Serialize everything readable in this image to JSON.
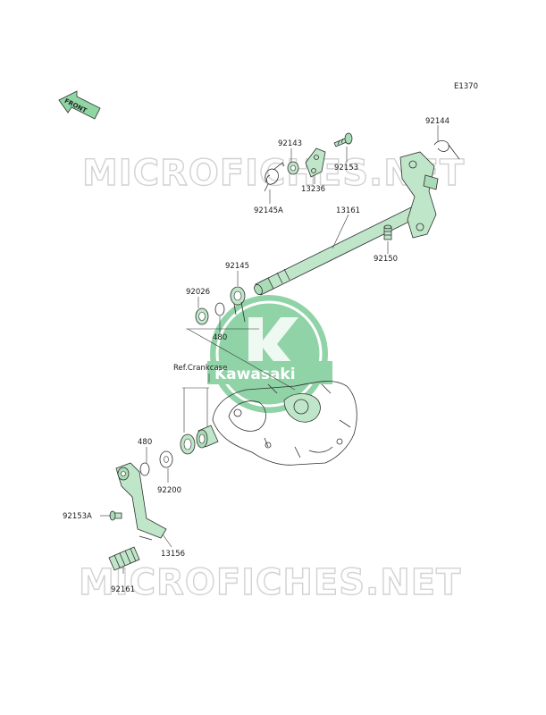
{
  "diagram_code": "E1370",
  "front_label": "FRONT",
  "ref_label": "Ref.Crankcase",
  "watermark": "MICROFICHES.NET",
  "logo_text": "Kawasaki",
  "colors": {
    "part_fill": "#bfe6c9",
    "logo_green": "#6cc58a",
    "watermark": "#d2d2d2"
  },
  "parts": {
    "p92144": "92144",
    "p92143": "92143",
    "p92153": "92153",
    "p13236": "13236",
    "p92145A": "92145A",
    "p13161": "13161",
    "p92150": "92150",
    "p92145": "92145",
    "p92026": "92026",
    "p480_top": "480",
    "p480_low": "480",
    "p92200": "92200",
    "p92153A": "92153A",
    "p13156": "13156",
    "p92161": "92161"
  }
}
